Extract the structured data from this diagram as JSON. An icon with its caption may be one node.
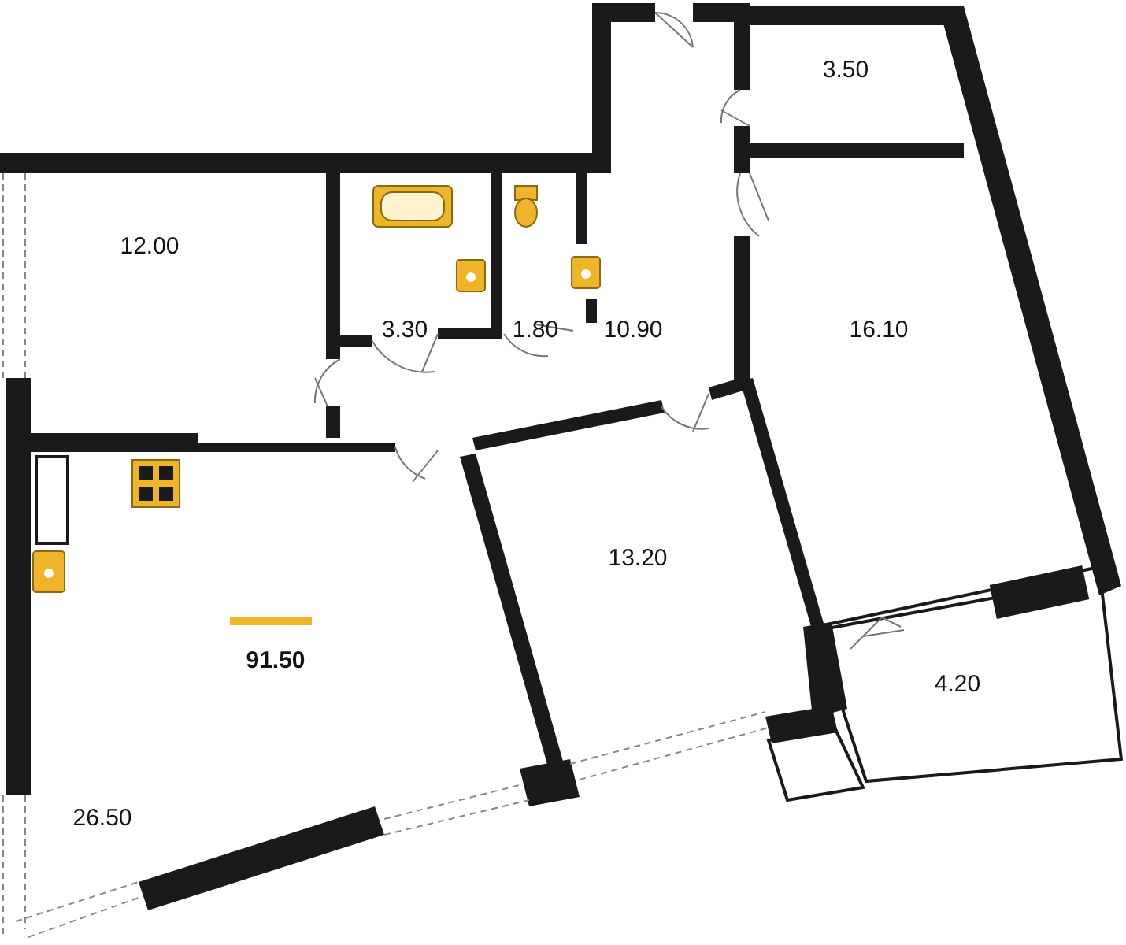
{
  "diagram": {
    "labels": [
      "3.50",
      "12.00",
      "3.30",
      "1.80",
      "10.90",
      "16.10",
      "13.20",
      "91.50",
      "4.20",
      "26.50"
    ]
  }
}
